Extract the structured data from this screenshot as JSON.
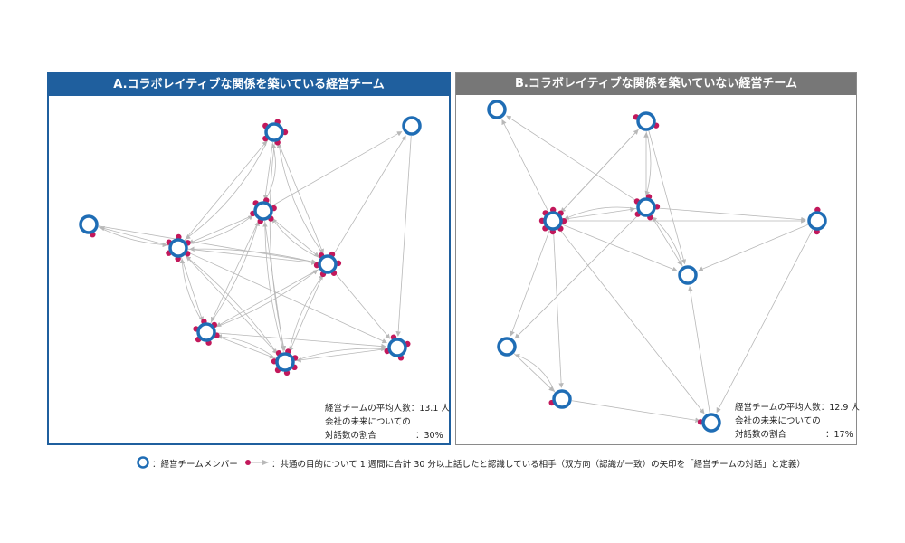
{
  "panel_a": {
    "title": "A.コラボレイティブな関係を築いている経営チーム",
    "stats": {
      "avg_label": "経営チームの平均人数：13.1 人",
      "ratio_label_line1": "会社の未来についての",
      "ratio_label_line2": "対話数の割合",
      "ratio_value": "：30%"
    }
  },
  "panel_b": {
    "title": "B.コラボレイティブな関係を築いていない経営チーム",
    "stats": {
      "avg_label": "経営チームの平均人数：12.9 人",
      "ratio_label_line1": "会社の未来についての",
      "ratio_label_line2": "対話数の割合",
      "ratio_value": "：17%"
    }
  },
  "legend": {
    "member_label": "：経営チームメンバー",
    "arrow_label": "：共通の目的について 1 週間に合計 30 分以上話したと認識している相手（双方向（認識が一致）の矢印を「経営チームの対話」と定義）"
  },
  "colors": {
    "node_ring": "#1f6db5",
    "dot": "#c2185b",
    "edge": "#b8b8b8",
    "header_a": "#1f5f9e",
    "header_b": "#777777"
  }
}
